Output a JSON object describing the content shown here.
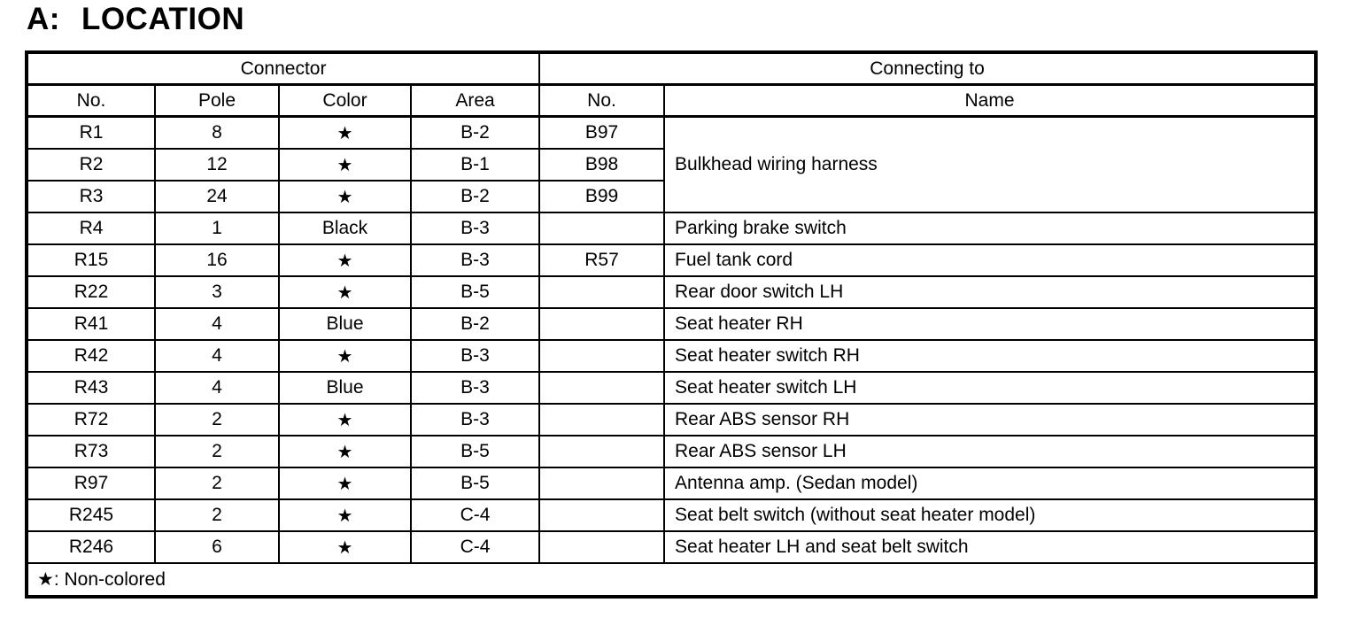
{
  "page": {
    "title_prefix": "A:",
    "title": "LOCATION"
  },
  "table": {
    "group_headers": {
      "connector": "Connector",
      "connecting_to": "Connecting to"
    },
    "column_headers": {
      "no": "No.",
      "pole": "Pole",
      "color": "Color",
      "area": "Area",
      "conn_no": "No.",
      "name": "Name"
    },
    "rows": [
      {
        "no": "R1",
        "pole": "8",
        "color": "★",
        "area": "B-2",
        "conn_no": "B97",
        "name": "Bulkhead wiring harness"
      },
      {
        "no": "R2",
        "pole": "12",
        "color": "★",
        "area": "B-1",
        "conn_no": "B98"
      },
      {
        "no": "R3",
        "pole": "24",
        "color": "★",
        "area": "B-2",
        "conn_no": "B99"
      },
      {
        "no": "R4",
        "pole": "1",
        "color": "Black",
        "area": "B-3",
        "conn_no": "",
        "name": "Parking brake switch"
      },
      {
        "no": "R15",
        "pole": "16",
        "color": "★",
        "area": "B-3",
        "conn_no": "R57",
        "name": "Fuel tank cord"
      },
      {
        "no": "R22",
        "pole": "3",
        "color": "★",
        "area": "B-5",
        "conn_no": "",
        "name": "Rear door switch LH"
      },
      {
        "no": "R41",
        "pole": "4",
        "color": "Blue",
        "area": "B-2",
        "conn_no": "",
        "name": "Seat heater RH"
      },
      {
        "no": "R42",
        "pole": "4",
        "color": "★",
        "area": "B-3",
        "conn_no": "",
        "name": "Seat heater switch RH"
      },
      {
        "no": "R43",
        "pole": "4",
        "color": "Blue",
        "area": "B-3",
        "conn_no": "",
        "name": "Seat heater switch LH"
      },
      {
        "no": "R72",
        "pole": "2",
        "color": "★",
        "area": "B-3",
        "conn_no": "",
        "name": "Rear ABS sensor RH"
      },
      {
        "no": "R73",
        "pole": "2",
        "color": "★",
        "area": "B-5",
        "conn_no": "",
        "name": "Rear ABS sensor LH"
      },
      {
        "no": "R97",
        "pole": "2",
        "color": "★",
        "area": "B-5",
        "conn_no": "",
        "name": "Antenna amp. (Sedan model)"
      },
      {
        "no": "R245",
        "pole": "2",
        "color": "★",
        "area": "C-4",
        "conn_no": "",
        "name": "Seat belt switch (without seat heater model)"
      },
      {
        "no": "R246",
        "pole": "6",
        "color": "★",
        "area": "C-4",
        "conn_no": "",
        "name": "Seat heater LH and seat belt switch"
      }
    ],
    "legend": {
      "symbol": "★",
      "text": ": Non-colored"
    }
  }
}
